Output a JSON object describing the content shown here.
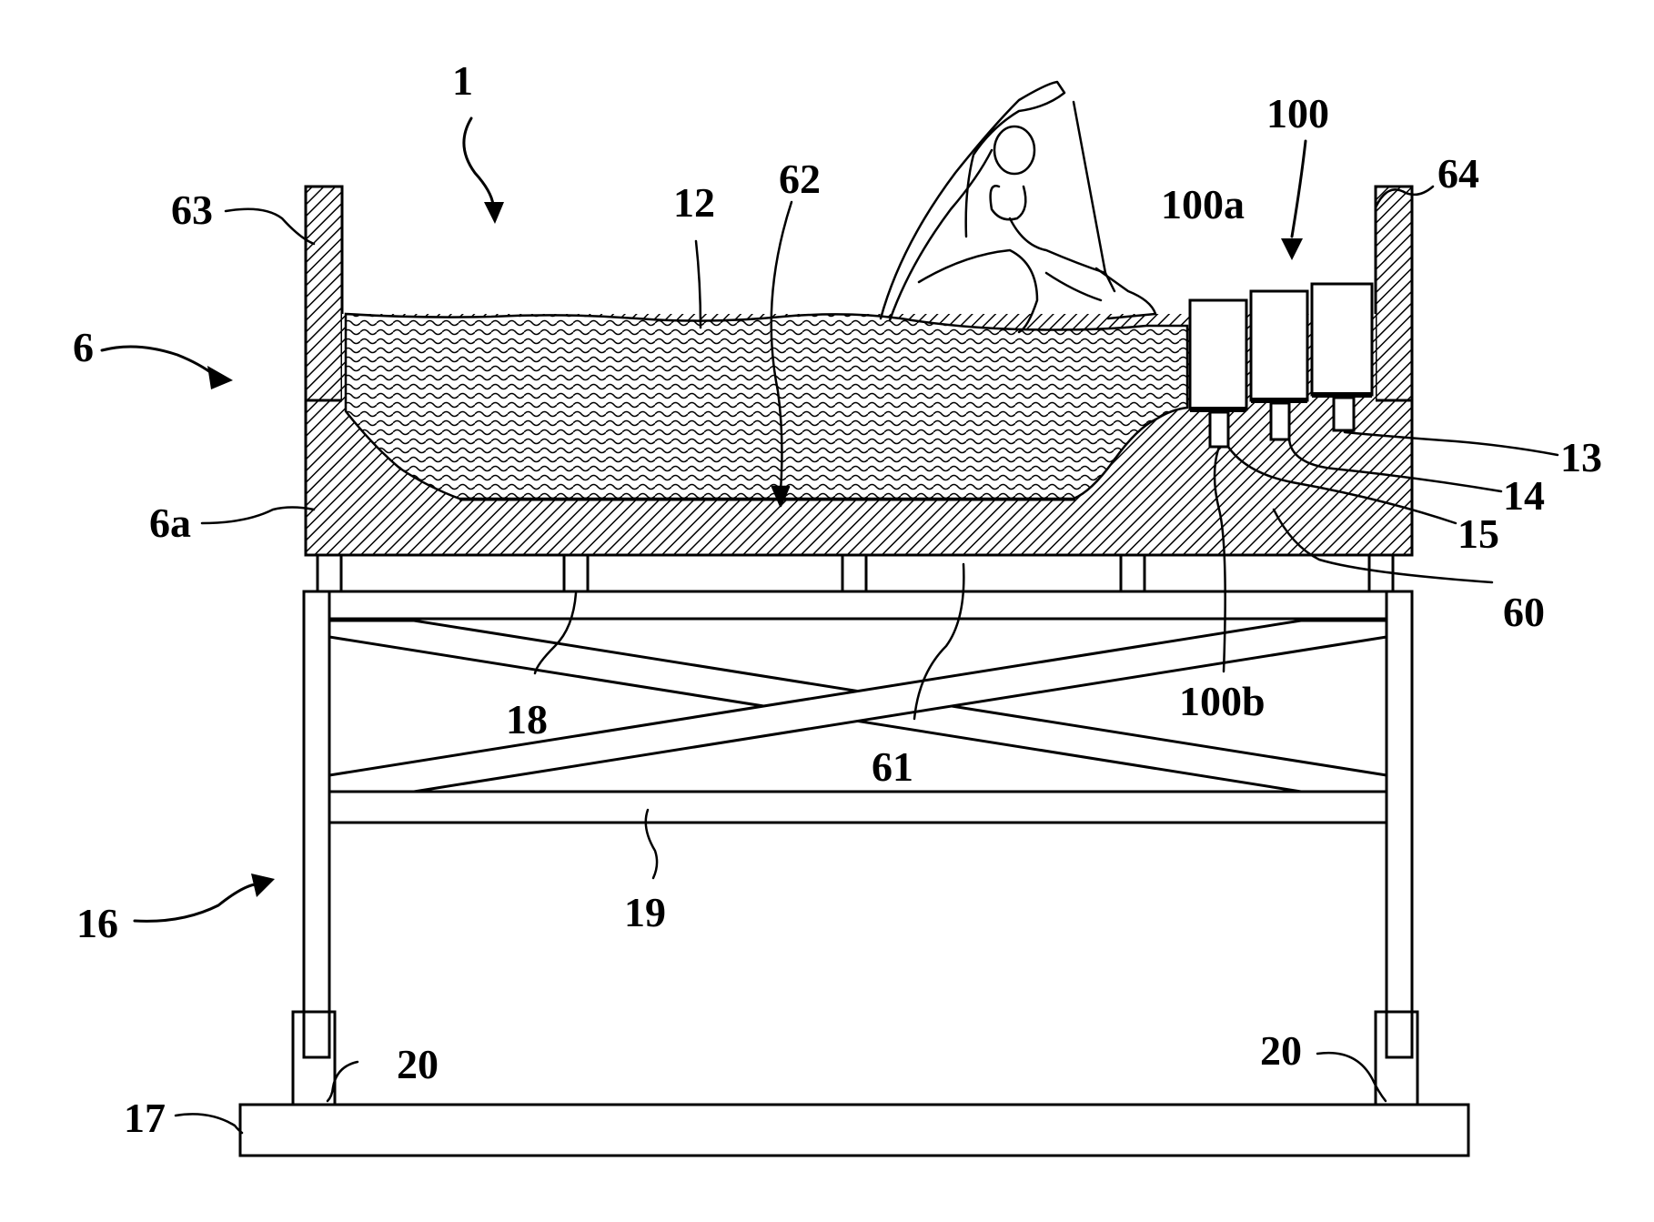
{
  "figure": {
    "labels": {
      "l1": "1",
      "l6": "6",
      "l6a": "6a",
      "l12": "12",
      "l13": "13",
      "l14": "14",
      "l15": "15",
      "l16": "16",
      "l17": "17",
      "l18": "18",
      "l19": "19",
      "l20_left": "20",
      "l20_right": "20",
      "l60": "60",
      "l61": "61",
      "l62": "62",
      "l63": "63",
      "l64": "64",
      "l100": "100",
      "l100a": "100a",
      "l100b": "100b"
    }
  }
}
